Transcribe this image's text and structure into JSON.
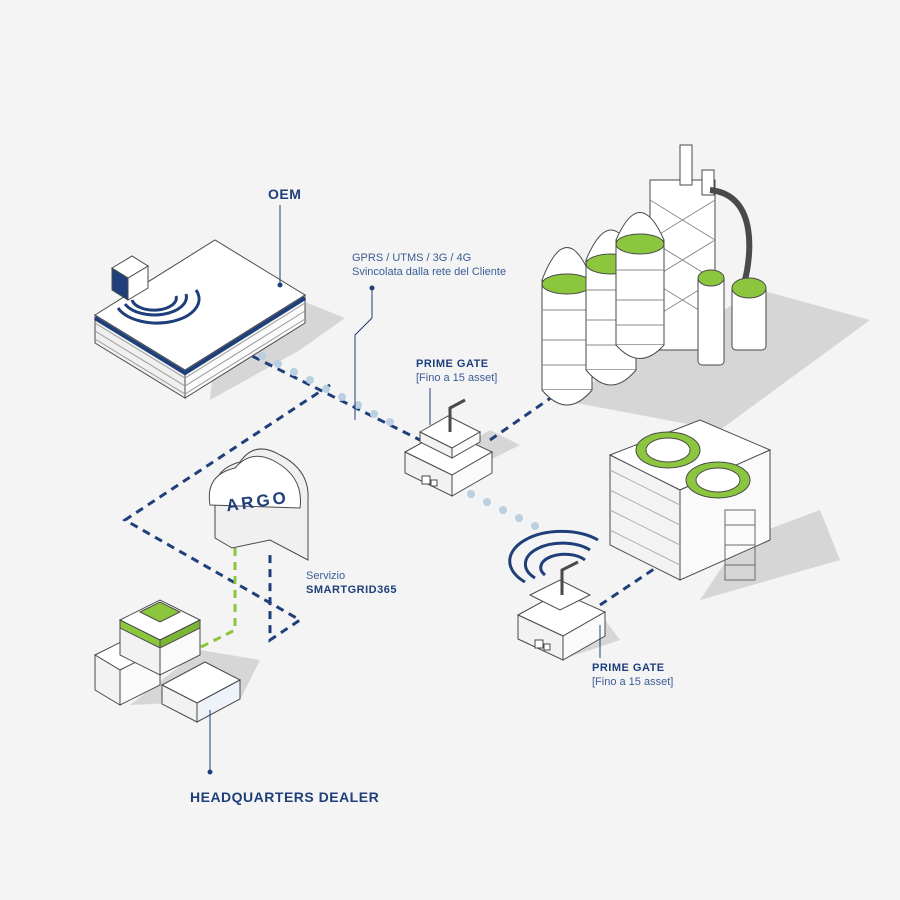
{
  "labels": {
    "oem": "OEM",
    "network_line1": "GPRS / UTMS / 3G / 4G",
    "network_line2": "Svincolata dalla rete del Cliente",
    "gate1_title": "PRIME GATE",
    "gate1_sub": "[Fino a 15 asset]",
    "cloud": "ARGO",
    "service_line1": "Servizio",
    "service_line2": "SMARTGRID365",
    "gate2_title": "PRIME GATE",
    "gate2_sub": "[Fino a 15 asset]",
    "hq": "HEADQUARTERS DEALER"
  },
  "colors": {
    "navy": "#1e3f7a",
    "green": "#8cc63f",
    "dots": "#b9cfe2",
    "shadow": "#d6d6d6",
    "outline": "#4a4a4a",
    "background": "#f4f4f4"
  }
}
